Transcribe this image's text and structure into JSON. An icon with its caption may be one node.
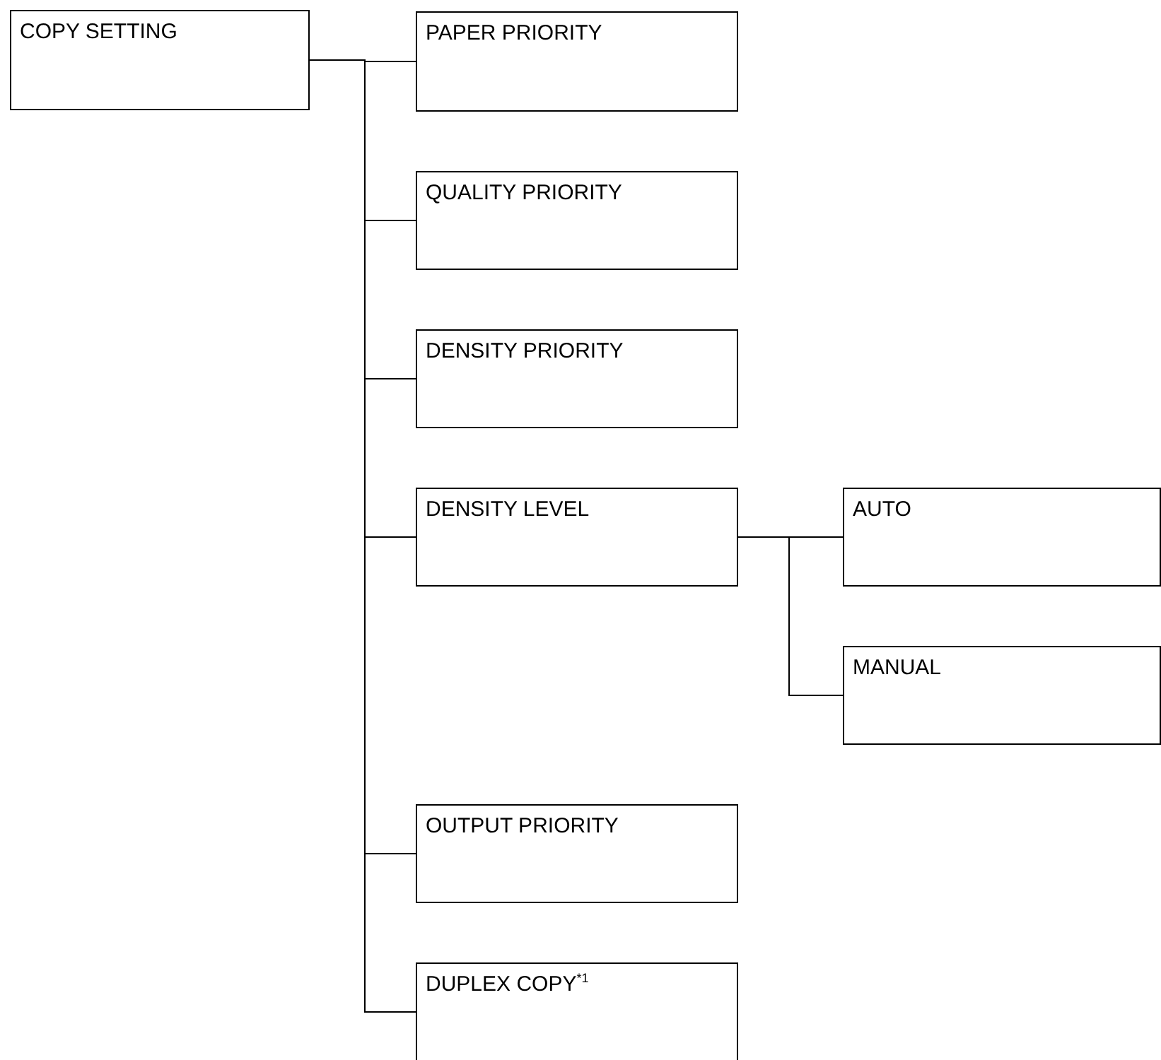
{
  "diagram": {
    "nodes": [
      {
        "text": [
          "COPY SETTING"
        ]
      },
      {
        "text": [
          "PAPER PRIORITY"
        ]
      },
      {
        "text": [
          "QUALITY PRIORITY"
        ]
      },
      {
        "text": [
          "DENSITY PRIORITY"
        ]
      },
      {
        "text": [
          "DENSITY LEVEL"
        ]
      },
      {
        "text": [
          "AUTO"
        ]
      },
      {
        "text": [
          "MANUAL"
        ]
      },
      {
        "text": [
          "OUTPUT PRIORITY"
        ]
      },
      {
        "text": [
          "DUPLEX COPY$^{*1}$"
        ]
      }
    ],
    "edges": [
      {
        "from": 0,
        "to": 1,
        "arrow": "none"
      },
      {
        "from": 0,
        "to": 2,
        "arrow": "none"
      },
      {
        "from": 0,
        "to": 3,
        "arrow": "none"
      },
      {
        "from": 0,
        "to": 4,
        "arrow": "none"
      },
      {
        "from": 4,
        "to": 5,
        "arrow": "none"
      },
      {
        "from": 4,
        "to": 6,
        "arrow": "none"
      },
      {
        "from": 0,
        "to": 7,
        "arrow": "none"
      },
      {
        "from": 0,
        "to": 8,
        "arrow": "none"
      }
    ]
  }
}
